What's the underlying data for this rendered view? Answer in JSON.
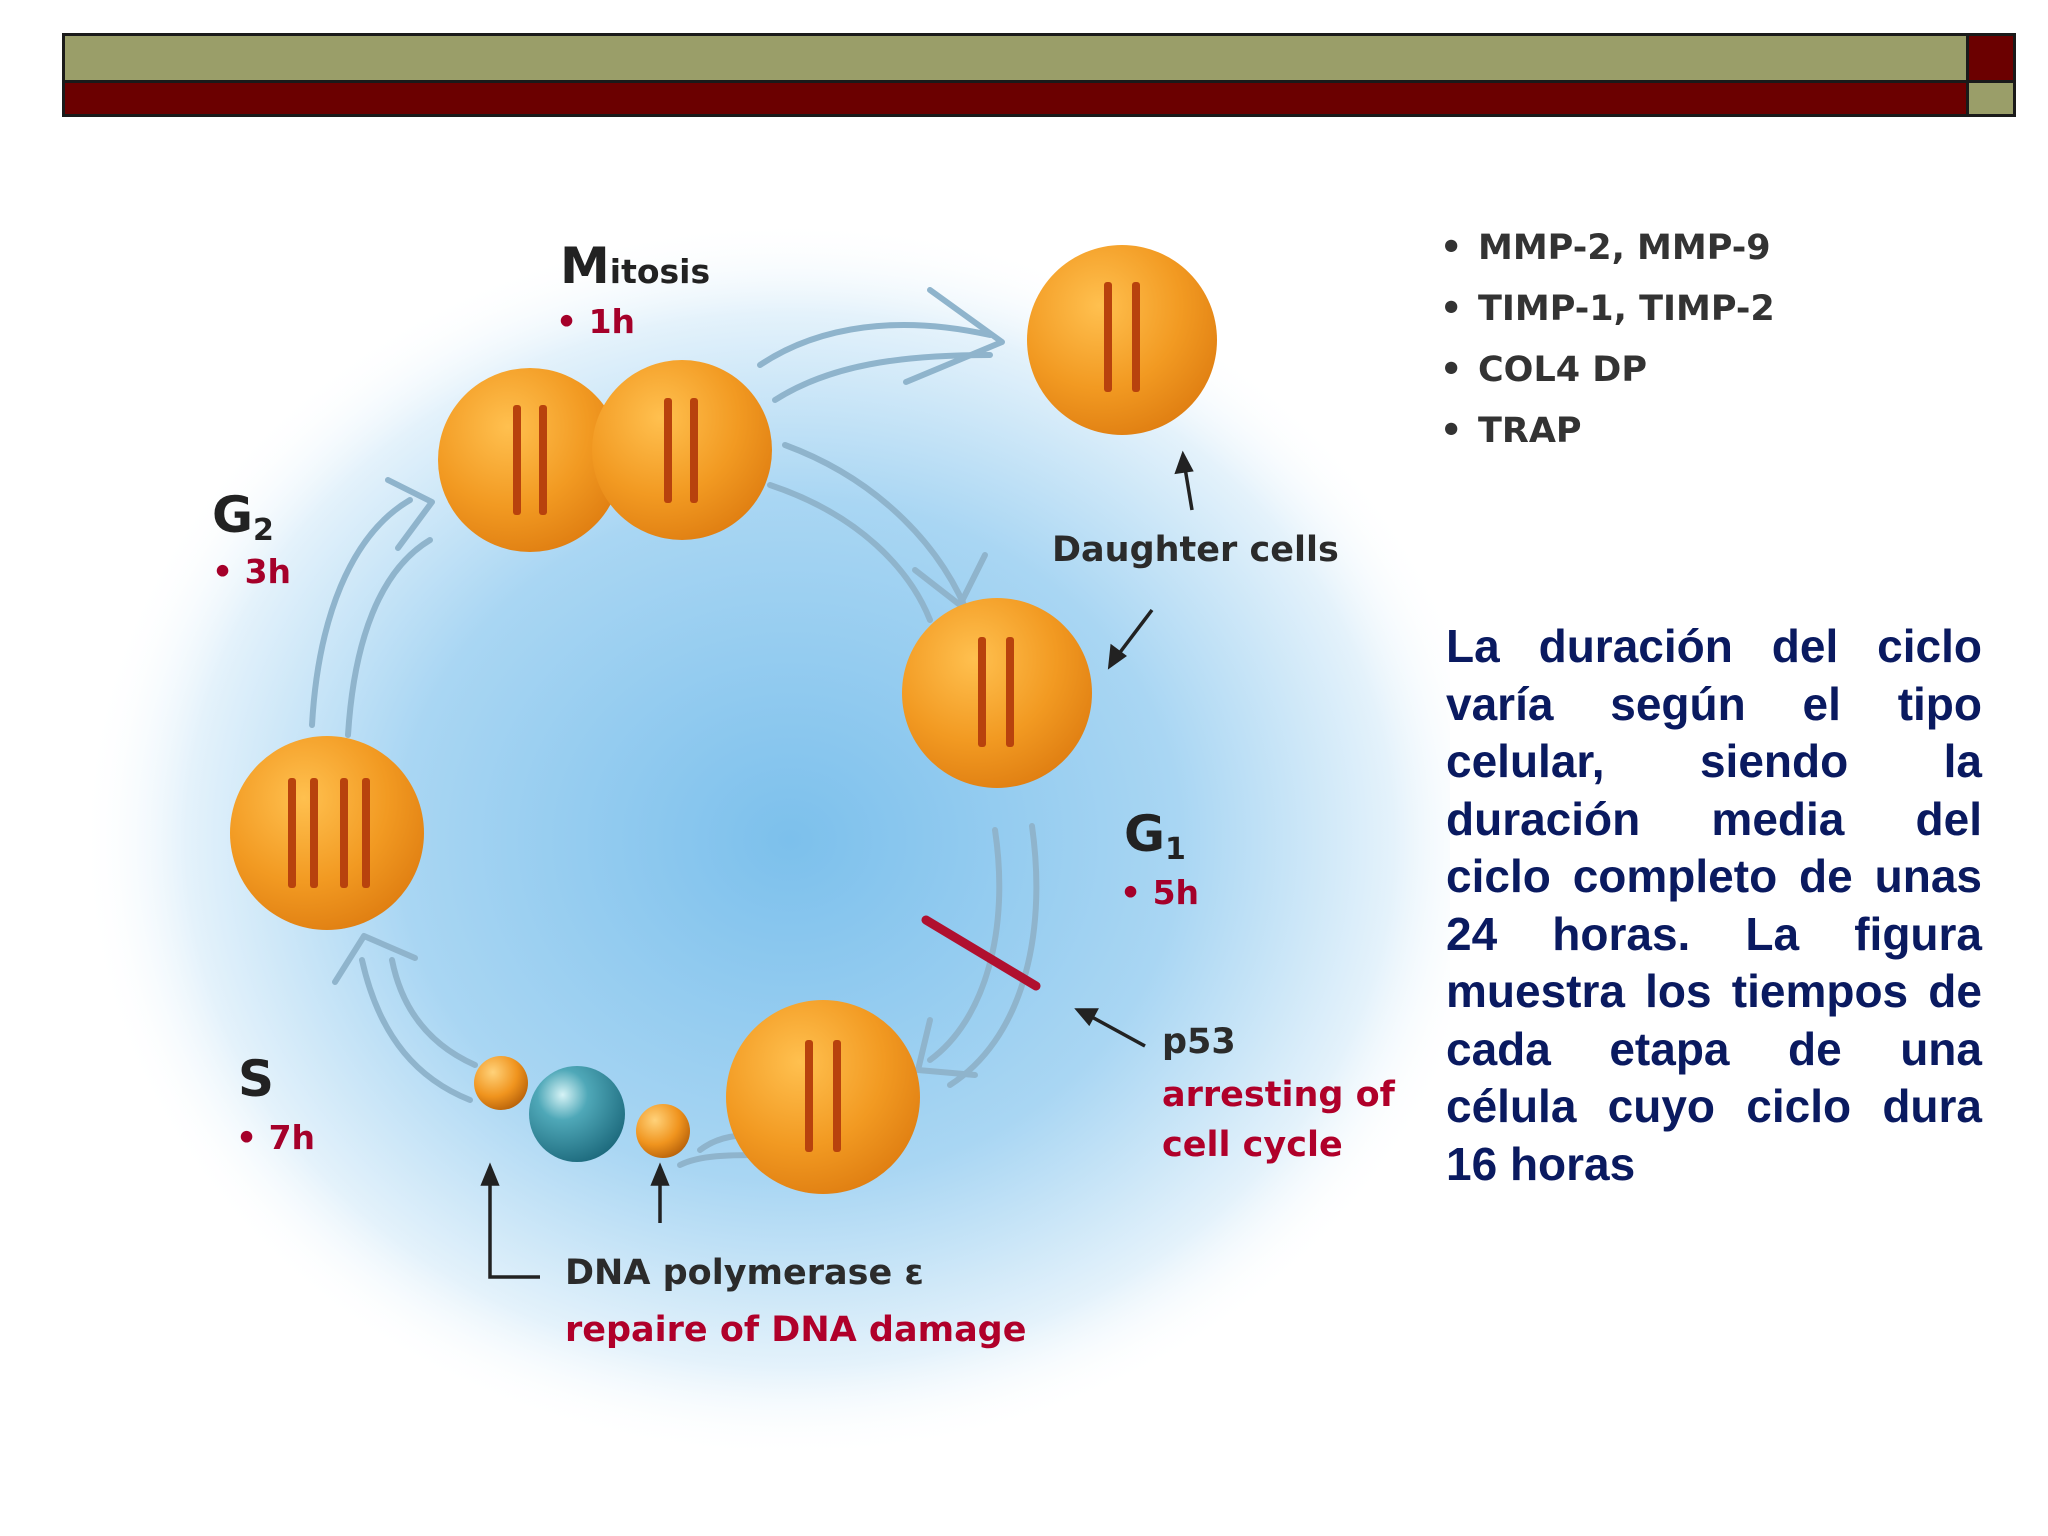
{
  "diagram": {
    "phases": {
      "mitosis": {
        "name": "Mitosis",
        "duration": "• 1h"
      },
      "g2": {
        "name": "G2",
        "duration": "• 3h"
      },
      "g1": {
        "name": "G1",
        "duration": "• 5h"
      },
      "s": {
        "name": "S",
        "duration": "• 7h"
      }
    },
    "daughter_cells_label": "Daughter cells",
    "p53": {
      "name": "p53",
      "line1": "arresting of",
      "line2": "cell cycle"
    },
    "dna_polymerase": {
      "name": "DNA polymerase ε",
      "function": "repaire of DNA damage"
    },
    "colors": {
      "cell": "#f29a22",
      "chromosome": "#b8420d",
      "arrow": "#8fb4cc",
      "halo": "#7cc0ec",
      "label_red": "#a5002a"
    }
  },
  "markers": [
    "MMP-2, MMP-9",
    "TIMP-1, TIMP-2",
    "COL4 DP",
    "TRAP"
  ],
  "description": "La duración del ciclo varía según el tipo celular, siendo la duración media del ciclo completo de unas 24 horas. La figura muestra los tiempos de cada etapa de una célula cuyo ciclo dura 16 horas",
  "theme": {
    "olive": "#9a9e69",
    "maroon": "#6b0000",
    "text_blue": "#0a1a60"
  }
}
